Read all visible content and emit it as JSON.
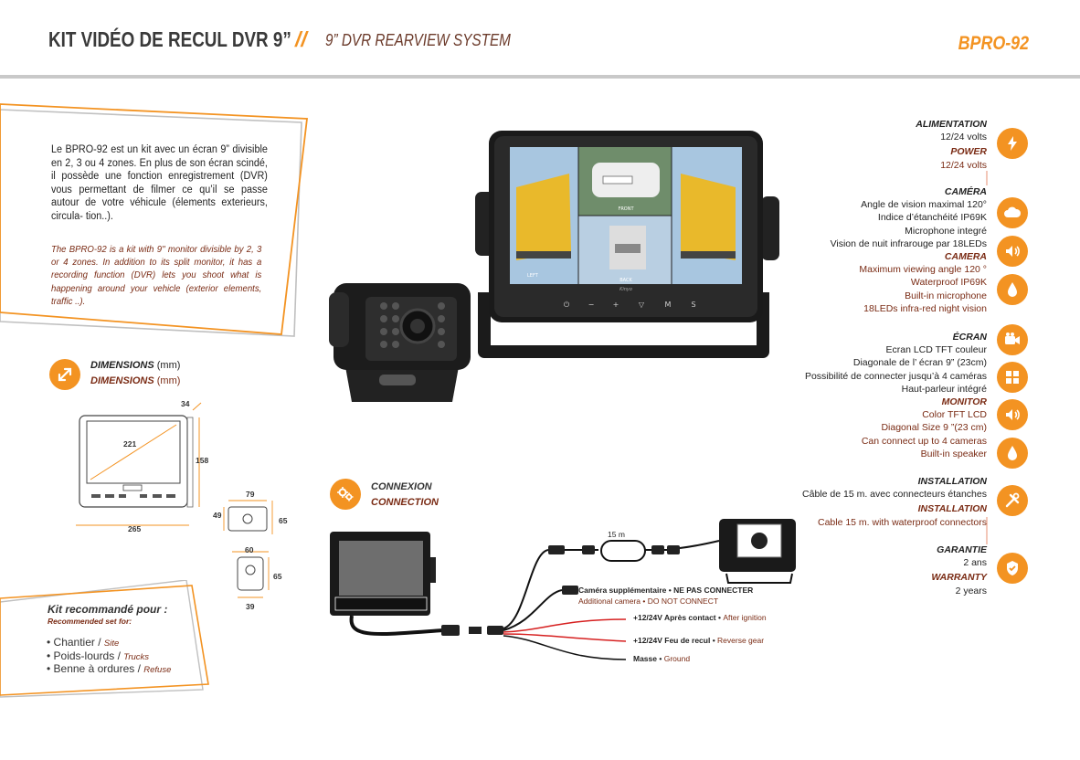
{
  "header": {
    "title_fr": "KIT VIDÉO DE RECUL DVR 9”",
    "separator": "//",
    "title_en": "9” DVR REARVIEW SYSTEM",
    "reference": "BPRO-92"
  },
  "intro": {
    "text_fr": "Le BPRO-92 est un kit avec un écran 9” divisible en 2, 3 ou 4 zones. En plus de son écran scindé, il possède une fonction enregistrement (DVR) vous permettant de filmer ce qu’il se passe autour de votre véhicule (élements exterieurs, circula- tion..).",
    "text_en": "The BPRO-92 is a kit with 9'' monitor divisible by 2, 3 or 4 zones. In addition to its split monitor, it has a recording function (DVR) lets you shoot what is happening around your vehicle (exterior elements, traffic ..)."
  },
  "monitor_screen": {
    "labels": [
      "FRONT",
      "LEFT",
      "BACK"
    ],
    "brand": "Kinyo",
    "buttons": [
      "⏻",
      "−",
      "+",
      "▽",
      "M",
      "S"
    ]
  },
  "dimensions": {
    "label_fr": "DIMENSIONS",
    "label_en": "DIMENSIONS",
    "unit": "(mm)",
    "monitor": {
      "diagonal": "221",
      "depth": "34",
      "height": "158",
      "width": "265"
    },
    "camera": {
      "width_top": "79",
      "height_left": "49",
      "height_right": "65",
      "width_mid": "60",
      "height_side": "65",
      "width_bottom": "39"
    }
  },
  "recommended": {
    "title": "Kit recommandé pour :",
    "subtitle": "Recommended set for:",
    "items": [
      {
        "fr": "• Chantier / ",
        "en": "Site"
      },
      {
        "fr": "• Poids-lourds / ",
        "en": "Trucks"
      },
      {
        "fr": "• Benne à ordures / ",
        "en": "Refuse"
      }
    ]
  },
  "connection": {
    "label_fr": "CONNEXION",
    "label_en": "CONNECTION",
    "cable_length": "15 m",
    "extra_camera_fr": "Caméra supplémentaire • NE PAS CONNECTER",
    "extra_camera_en": "Additional camera • DO NOT CONNECT",
    "wires": [
      {
        "fr": "+12/24V Après contact • ",
        "en": "After ignition",
        "color": "#d62020"
      },
      {
        "fr": "+12/24V Feu de recul • ",
        "en": "Reverse gear",
        "color": "#d62020"
      },
      {
        "fr": "Masse • ",
        "en": "Ground",
        "color": "#111111"
      }
    ]
  },
  "specs": {
    "power": {
      "head_fr": "ALIMENTATION",
      "lines_fr": [
        "12/24 volts"
      ],
      "head_en": "POWER",
      "lines_en": [
        "12/24 volts"
      ]
    },
    "camera": {
      "head_fr": "CAMÉRA",
      "lines_fr": [
        "Angle de vision maximal 120°",
        "Indice d’étanchéité IP69K",
        "Microphone integré",
        "Vision de nuit infrarouge par 18LEDs"
      ],
      "head_en": "CAMERA",
      "lines_en": [
        "Maximum viewing angle 120 °",
        "Waterproof IP69K",
        "Built-in microphone",
        "18LEDs infra-red night vision"
      ]
    },
    "screen": {
      "head_fr": "ÉCRAN",
      "lines_fr": [
        "Ecran LCD TFT couleur",
        "Diagonale de l’ écran 9” (23cm)",
        "Possibilité de connecter jusqu’à 4 caméras",
        "Haut-parleur intégré"
      ],
      "head_en": "MONITOR",
      "lines_en": [
        "Color TFT LCD",
        "Diagonal Size 9 ”(23 cm)",
        "Can connect up to 4 cameras",
        "Built-in speaker"
      ]
    },
    "installation": {
      "head_fr": "INSTALLATION",
      "lines_fr": [
        "Câble de 15 m. avec connecteurs étanches"
      ],
      "head_en": "INSTALLATION",
      "lines_en": [
        "Cable 15 m. with waterproof connectors"
      ]
    },
    "warranty": {
      "head_fr": "GARANTIE",
      "lines_fr": [
        "2 ans"
      ],
      "head_en": "WARRANTY",
      "lines_en": [
        "2 years"
      ]
    }
  },
  "colors": {
    "accent": "#f39322",
    "english_text": "#7a2b14",
    "rule": "#c9c9c9"
  },
  "icons": [
    "lightning-icon",
    "cloud-icon",
    "speaker-icon",
    "water-drop-icon",
    "video-camera-icon",
    "split-screen-icon",
    "speaker-icon",
    "water-drop-icon",
    "tools-icon",
    "shield-check-icon",
    "resize-arrows-icon",
    "gears-icon"
  ]
}
